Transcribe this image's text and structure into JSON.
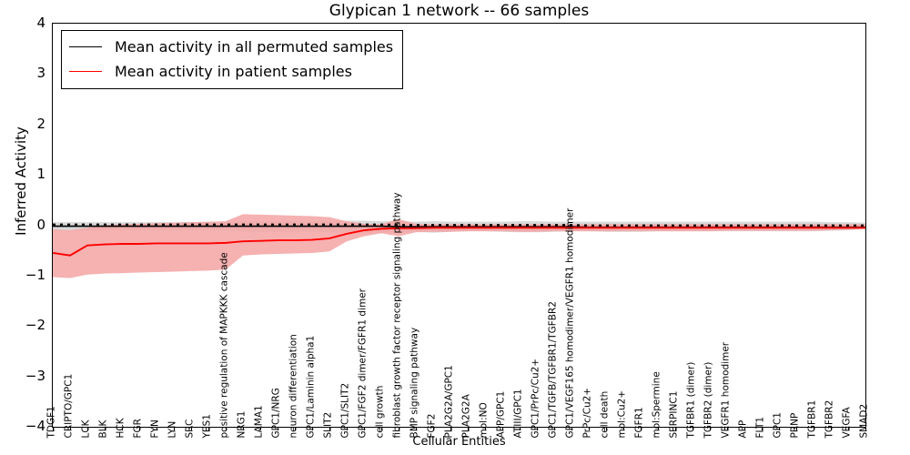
{
  "chart_data": {
    "type": "line",
    "title": "Glypican 1 network -- 66 samples",
    "xlabel": "Cellular Entities",
    "ylabel": "Inferred Activity",
    "ylim": [
      -4,
      4
    ],
    "yticks": [
      4,
      3,
      2,
      1,
      0,
      -1,
      -2,
      -3,
      -4
    ],
    "grid": false,
    "legend_position": "upper left",
    "legend": [
      {
        "name": "Mean activity in all permuted samples",
        "color": "#000000"
      },
      {
        "name": "Mean activity in patient samples",
        "color": "#ff0000"
      }
    ],
    "categories": [
      "TDGF1",
      "CRIPTO/GPC1",
      "LCK",
      "BLK",
      "HCK",
      "FGR",
      "FYN",
      "LYN",
      "SRC",
      "YES1",
      "positive regulation of MAPKKK cascade",
      "NRG1",
      "LAMA1",
      "GPC1/NRG",
      "neuron differentiation",
      "GPC1/Laminin alpha1",
      "SLIT2",
      "GPC1/SLIT2",
      "GPC1/FGF2 dimer/FGFR1 dimer",
      "cell growth",
      "fibroblast growth factor receptor signaling pathway",
      "BMP signaling pathway",
      "FGF2",
      "PLA2G2A/GPC1",
      "PLA2G2A",
      "mol:NO",
      "APP/GPC1",
      "ATIII/GPC1",
      "GPC1/PrPc/Cu2+",
      "GPC1/TGFB/TGFBR1/TGFBR2",
      "GPC1/VEGF165 homodimer/VEGFR1 homodimer",
      "PrPc/Cu2+",
      "cell death",
      "mol:Cu2+",
      "FGFR1",
      "mol:Spermine",
      "SERPINC1",
      "TGFBR1 (dimer)",
      "TGFBR2 (dimer)",
      "VEGFR1 homodimer",
      "APP",
      "FLT1",
      "GPC1",
      "PRNP",
      "TGFBR1",
      "TGFBR2",
      "VEGFA",
      "SMAD2"
    ],
    "series": [
      {
        "name": "Mean activity in all permuted samples",
        "color": "#000000",
        "values": [
          -0.02,
          -0.02,
          -0.02,
          -0.02,
          -0.02,
          -0.02,
          -0.02,
          -0.02,
          -0.02,
          -0.02,
          -0.02,
          -0.02,
          -0.02,
          -0.02,
          -0.02,
          -0.02,
          -0.02,
          -0.02,
          -0.02,
          -0.02,
          -0.03,
          -0.03,
          -0.03,
          -0.03,
          -0.03,
          -0.03,
          -0.03,
          -0.03,
          -0.03,
          -0.03,
          -0.03,
          -0.04,
          -0.04,
          -0.04,
          -0.04,
          -0.04,
          -0.04,
          -0.04,
          -0.04,
          -0.04,
          -0.04,
          -0.04,
          -0.04,
          -0.04,
          -0.04,
          -0.04,
          -0.04,
          -0.04
        ],
        "band_lower": [
          -0.1,
          -0.1,
          -0.1,
          -0.1,
          -0.1,
          -0.1,
          -0.1,
          -0.1,
          -0.1,
          -0.1,
          -0.1,
          -0.12,
          -0.13,
          -0.13,
          -0.13,
          -0.13,
          -0.14,
          -0.16,
          -0.16,
          -0.15,
          -0.14,
          -0.13,
          -0.15,
          -0.13,
          -0.12,
          -0.12,
          -0.13,
          -0.14,
          -0.14,
          -0.13,
          -0.12,
          -0.12,
          -0.13,
          -0.13,
          -0.13,
          -0.12,
          -0.12,
          -0.12,
          -0.12,
          -0.12,
          -0.12,
          -0.12,
          -0.12,
          -0.12,
          -0.12,
          -0.11,
          -0.1,
          -0.08
        ],
        "band_upper": [
          0.06,
          0.06,
          0.06,
          0.06,
          0.06,
          0.06,
          0.06,
          0.06,
          0.06,
          0.06,
          0.06,
          0.07,
          0.07,
          0.07,
          0.07,
          0.07,
          0.08,
          0.09,
          0.09,
          0.08,
          0.08,
          0.07,
          0.08,
          0.07,
          0.07,
          0.07,
          0.07,
          0.08,
          0.08,
          0.07,
          0.07,
          0.07,
          0.07,
          0.07,
          0.07,
          0.07,
          0.07,
          0.07,
          0.07,
          0.07,
          0.07,
          0.07,
          0.07,
          0.07,
          0.07,
          0.06,
          0.06,
          0.05
        ]
      },
      {
        "name": "Mean activity in patient samples",
        "color": "#ff0000",
        "values": [
          -0.55,
          -0.6,
          -0.4,
          -0.38,
          -0.37,
          -0.37,
          -0.36,
          -0.36,
          -0.36,
          -0.36,
          -0.35,
          -0.32,
          -0.31,
          -0.3,
          -0.3,
          -0.29,
          -0.26,
          -0.17,
          -0.1,
          -0.07,
          -0.06,
          -0.06,
          -0.05,
          -0.05,
          -0.05,
          -0.05,
          -0.05,
          -0.05,
          -0.05,
          -0.05,
          -0.05,
          -0.05,
          -0.05,
          -0.05,
          -0.05,
          -0.05,
          -0.05,
          -0.05,
          -0.05,
          -0.05,
          -0.05,
          -0.05,
          -0.05,
          -0.05,
          -0.05,
          -0.05,
          -0.05,
          -0.05
        ],
        "band_lower": [
          -1.03,
          -1.05,
          -0.98,
          -0.96,
          -0.95,
          -0.94,
          -0.93,
          -0.92,
          -0.91,
          -0.9,
          -0.88,
          -0.6,
          -0.58,
          -0.57,
          -0.56,
          -0.55,
          -0.52,
          -0.32,
          -0.22,
          -0.16,
          -0.22,
          -0.14,
          -0.13,
          -0.13,
          -0.12,
          -0.12,
          -0.12,
          -0.13,
          -0.13,
          -0.12,
          -0.12,
          -0.12,
          -0.12,
          -0.12,
          -0.12,
          -0.12,
          -0.12,
          -0.12,
          -0.12,
          -0.11,
          -0.11,
          -0.11,
          -0.11,
          -0.11,
          -0.11,
          -0.1,
          -0.09,
          -0.07
        ],
        "band_upper": [
          -0.08,
          -0.1,
          -0.05,
          0.0,
          0.02,
          0.03,
          0.04,
          0.05,
          0.06,
          0.07,
          0.08,
          0.22,
          0.21,
          0.2,
          0.19,
          0.18,
          0.16,
          0.08,
          0.03,
          0.02,
          0.12,
          0.03,
          0.02,
          0.02,
          0.02,
          0.02,
          0.02,
          0.02,
          0.02,
          0.02,
          0.02,
          0.02,
          0.02,
          0.02,
          0.02,
          0.02,
          0.02,
          0.02,
          0.02,
          0.02,
          0.02,
          0.02,
          0.02,
          0.02,
          0.02,
          0.02,
          0.02,
          0.02
        ]
      }
    ]
  },
  "colors": {
    "permuted_line": "#000000",
    "patient_line": "#ff0000",
    "permuted_band": "#d9d9d9",
    "patient_band": "#f5a3a3"
  }
}
